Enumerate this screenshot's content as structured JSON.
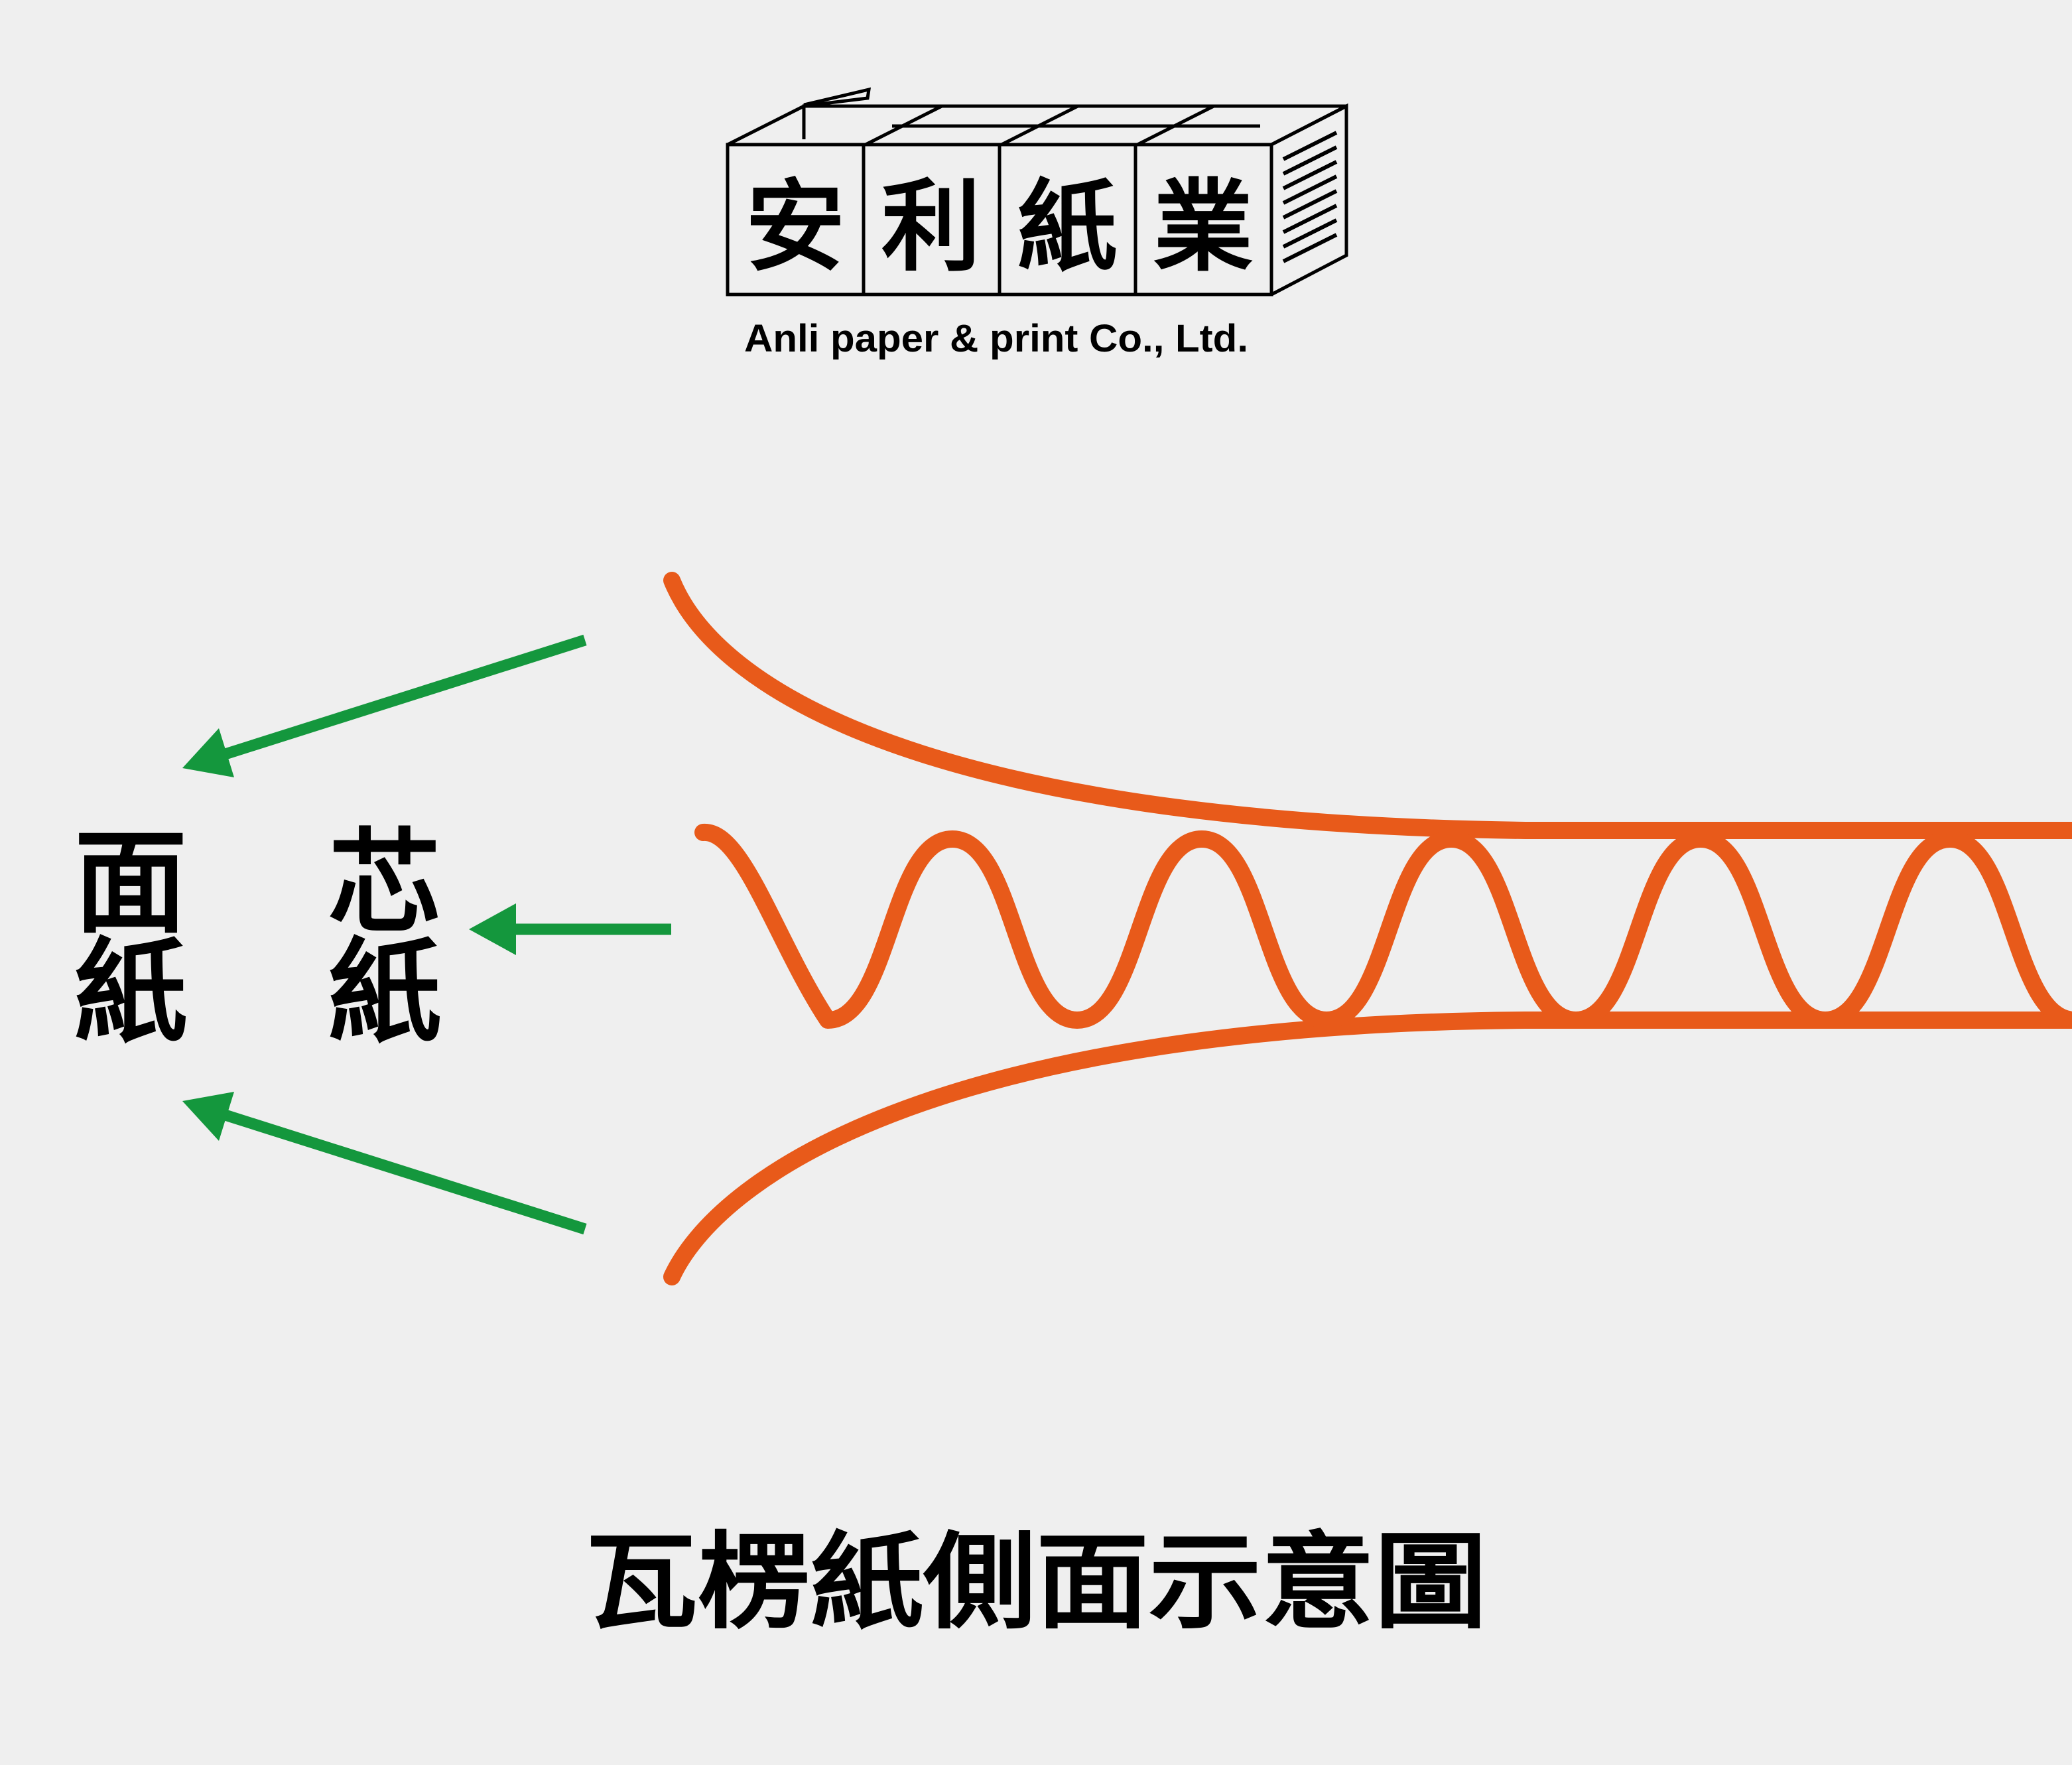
{
  "logo": {
    "chars": [
      "安",
      "利",
      "紙",
      "業"
    ],
    "subtitle": "Anli paper & print Co., Ltd."
  },
  "labels": {
    "liner": [
      "面",
      "紙"
    ],
    "medium": [
      "芯",
      "紙"
    ]
  },
  "title": "瓦楞紙側面示意圖",
  "colors": {
    "background": "#efefef",
    "paper": "#e85a1a",
    "arrow": "#14973d",
    "ink": "#000000"
  }
}
